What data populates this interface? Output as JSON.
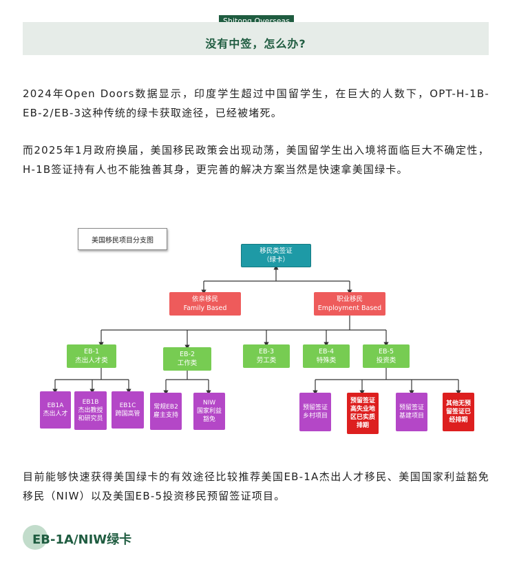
{
  "header": {
    "brand": "Shitong Overseas",
    "title": "没有中签，怎么办?"
  },
  "paragraphs": {
    "p1": "2024年Open Doors数据显示，印度学生超过中国留学生，在巨大的人数下，OPT-H-1B-EB-2/EB-3这种传统的绿卡获取途径，已经被堵死。",
    "p2": "而2025年1月政府换届，美国移民政策会出现动荡，美国留学生出入境将面临巨大不确定性，H-1B签证持有人也不能独善其身，更完善的解决方案当然是快速拿美国绿卡。",
    "p3": "目前能够快速获得美国绿卡的有效途径比较推荐美国EB-1A杰出人才移民、美国国家利益豁免移民（NIW）以及美国EB-5投资移民预留签证项目。"
  },
  "diagram": {
    "title": "美国移民项目分支图",
    "root": {
      "line1": "移民类签证",
      "line2": "（绿卡）"
    },
    "family": {
      "line1": "依亲移民",
      "line2": "Family Based"
    },
    "employment": {
      "line1": "职业移民",
      "line2": "Employment Based"
    },
    "eb1": {
      "line1": "EB-1",
      "line2": "杰出人才类"
    },
    "eb2": {
      "line1": "EB-2",
      "line2": "工作类"
    },
    "eb3": {
      "line1": "EB-3",
      "line2": "劳工类"
    },
    "eb4": {
      "line1": "EB-4",
      "line2": "特殊类"
    },
    "eb5": {
      "line1": "EB-5",
      "line2": "投资类"
    },
    "eb1a": {
      "line1": "EB1A",
      "line2": "杰出人才"
    },
    "eb1b": {
      "line1": "EB1B",
      "line2": "杰出教授",
      "line3": "和研究员"
    },
    "eb1c": {
      "line1": "EB1C",
      "line2": "跨国高管"
    },
    "eb2_normal": {
      "line1": "常规EB2",
      "line2": "雇主支持"
    },
    "niw": {
      "line1": "NIW",
      "line2": "国家利益",
      "line3": "豁免"
    },
    "rural": {
      "line1": "预留签证",
      "line2": "乡村项目"
    },
    "high_unemp": {
      "line1": "预留签证",
      "line2": "高失业地",
      "line3": "区已实质",
      "line4": "排期"
    },
    "infra": {
      "line1": "预留签证",
      "line2": "基建项目"
    },
    "other": {
      "line1": "其他无预",
      "line2": "留签证已",
      "line3": "经排期"
    }
  },
  "section": {
    "heading": "EB-1A/NIW绿卡"
  }
}
